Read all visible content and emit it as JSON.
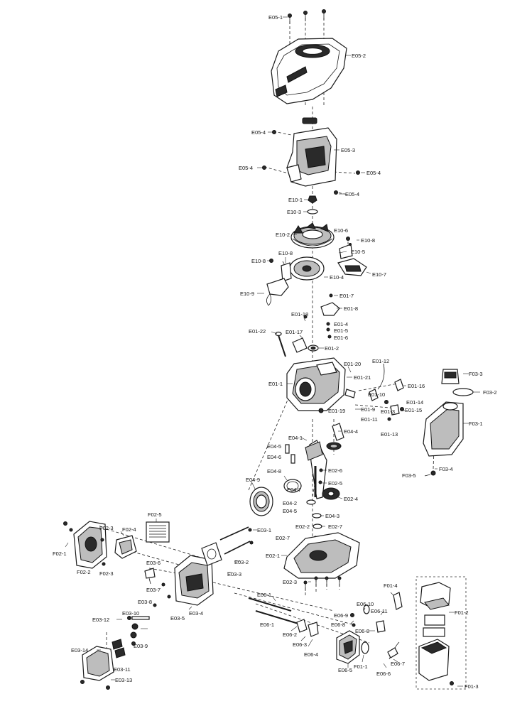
{
  "parts": {
    "E05_1": "E05-1",
    "E05_2": "E05-2",
    "E05_3": "E05-3",
    "E05_4a": "E05-4",
    "E05_4b": "E05-4",
    "E05_4c": "E05-4",
    "E05_4d": "E05-4",
    "E10_1": "E10-1",
    "E10_2": "E10-2",
    "E10_3": "E10-3",
    "E10_4": "E10-4",
    "E10_5": "E10-5",
    "E10_6": "E10-6",
    "E10_7": "E10-7",
    "E10_8a": "E10-8",
    "E10_8b": "E10-8",
    "E10_8c": "E10-8",
    "E10_9": "E10-9",
    "E01_1": "E01-1",
    "E01_2": "E01-2",
    "E01_3": "E01-3",
    "E01_4": "E01-4",
    "E01_5": "E01-5",
    "E01_6": "E01-6",
    "E01_7": "E01-7",
    "E01_8": "E01-8",
    "E01_9": "E01-9",
    "E01_10": "E01-10",
    "E01_11": "E01-11",
    "E01_12": "E01-12",
    "E01_13": "E01-13",
    "E01_14": "E01-14",
    "E01_15": "E01-15",
    "E01_16": "E01-16",
    "E01_17": "E01-17",
    "E01_18": "E01-18",
    "E01_19": "E01-19",
    "E01_20": "E01-20",
    "E01_21": "E01-21",
    "E01_22": "E01-22",
    "F03_1": "F03-1",
    "F03_2": "F03-2",
    "F03_3": "F03-3",
    "F03_4": "F03-4",
    "F03_5": "F03-5",
    "E04_1": "E04-1",
    "E04_2": "E04-2",
    "E04_3": "E04-3",
    "E04_4": "E04-4",
    "E04_5a": "E04-5",
    "E04_5b": "E04-5",
    "E04_6": "E04-6",
    "E04_7": "E04-7",
    "E04_8": "E04-8",
    "E04_9": "E04-9",
    "E02_1": "E02-1",
    "E02_2": "E02-2",
    "E02_3": "E02-3",
    "E02_4": "E02-4",
    "E02_5": "E02-5",
    "E02_6": "E02-6",
    "E02_7a": "E02-7",
    "E02_7b": "E02-7",
    "F02_1": "F02-1",
    "F02_2": "F02-2",
    "F02_3a": "F02-3",
    "F02_3b": "F02-3",
    "F02_4": "F02-4",
    "F02_5": "F02-5",
    "E03_1": "E03-1",
    "E03_2": "E03-2",
    "E03_3": "E03-3",
    "E03_4": "E03-4",
    "E03_5": "E03-5",
    "E03_6": "E03-6",
    "E03_7": "E03-7",
    "E03_8": "E03-8",
    "E03_9": "E03-9",
    "E03_10": "E03-10",
    "E03_11": "E03-11",
    "E03_12": "E03-12",
    "E03_13": "E03-13",
    "E03_14": "E03-14",
    "E06_1a": "E06-1",
    "E06_1b": "E06-1",
    "E06_2": "E06-2",
    "E06_3": "E06-3",
    "E06_4": "E06-4",
    "E06_5": "E06-5",
    "E06_6": "E06-6",
    "E06_7": "E06-7",
    "E06_8a": "E06-8",
    "E06_8b": "E06-8",
    "E06_9": "E06-9",
    "E06_10": "E06-10",
    "E06_11": "E06-11",
    "F01_1": "F01-1",
    "F01_2": "F01-2",
    "F01_3": "F01-3",
    "F01_4": "F01-4"
  }
}
